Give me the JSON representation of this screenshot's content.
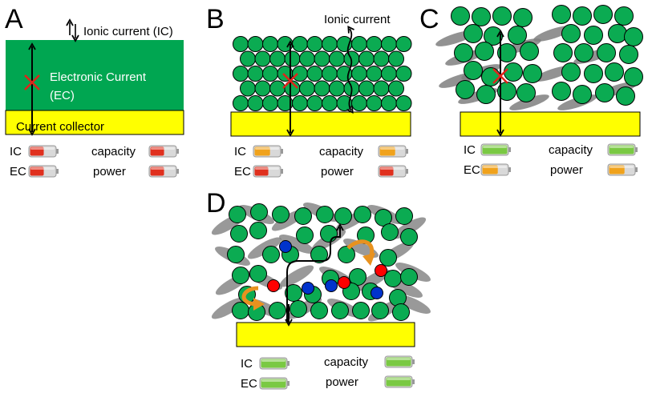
{
  "colors": {
    "electrode_green": "#00a651",
    "particle_green": "#0bab52",
    "collector_yellow": "#ffff00",
    "binder_gray": "#7f7f7f",
    "cross_red": "#e2231a",
    "ion_red": "#ff0000",
    "ion_blue": "#0033cc",
    "swirl_orange": "#e8921f",
    "battery_red": "#e0301e",
    "battery_orange": "#f0a21c",
    "battery_green": "#7ac943"
  },
  "panels": {
    "A": {
      "letter": "A",
      "ionic_label": "Ionic current (IC)",
      "electronic_label_1": "Electronic Current",
      "electronic_label_2": "(EC)",
      "collector_label": "Current collector",
      "metrics": [
        {
          "label": "IC",
          "level": "low"
        },
        {
          "label": "EC",
          "level": "low"
        },
        {
          "label": "capacity",
          "level": "low"
        },
        {
          "label": "power",
          "level": "low"
        }
      ]
    },
    "B": {
      "letter": "B",
      "ionic_label": "Ionic current",
      "metrics": [
        {
          "label": "IC",
          "level": "medium"
        },
        {
          "label": "EC",
          "level": "low"
        },
        {
          "label": "capacity",
          "level": "medium"
        },
        {
          "label": "power",
          "level": "low"
        }
      ]
    },
    "C": {
      "letter": "C",
      "metrics": [
        {
          "label": "IC",
          "level": "high"
        },
        {
          "label": "EC",
          "level": "medium"
        },
        {
          "label": "capacity",
          "level": "high"
        },
        {
          "label": "power",
          "level": "medium"
        }
      ]
    },
    "D": {
      "letter": "D",
      "metrics": [
        {
          "label": "IC",
          "level": "high"
        },
        {
          "label": "EC",
          "level": "high"
        },
        {
          "label": "capacity",
          "level": "high"
        },
        {
          "label": "power",
          "level": "high"
        }
      ]
    }
  }
}
